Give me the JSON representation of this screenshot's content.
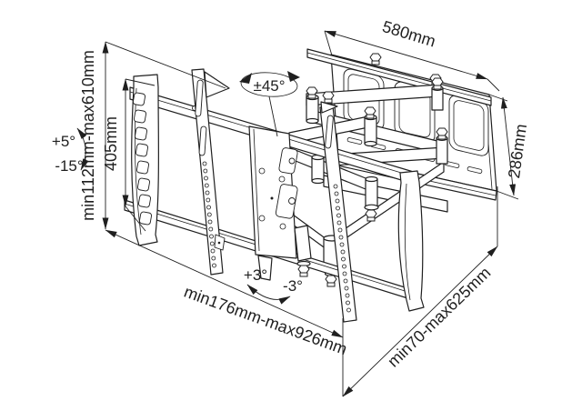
{
  "diagram": {
    "type": "tv-wall-mount-technical-drawing",
    "colors": {
      "line": "#1f1f1f",
      "background": "#ffffff"
    },
    "labels": {
      "plate_width": "580mm",
      "plate_height": "286mm",
      "swivel_range": "±45°",
      "tilt_up": "+5°",
      "tilt_down": "-15°",
      "vesa_height_range": "min112mm-max610mm",
      "bracket_height": "405mm",
      "level_adjust_plus": "+3°",
      "level_adjust_minus": "-3°",
      "vesa_width_range": "min176mm-max926mm",
      "extension_range": "min70-max625mm"
    }
  }
}
